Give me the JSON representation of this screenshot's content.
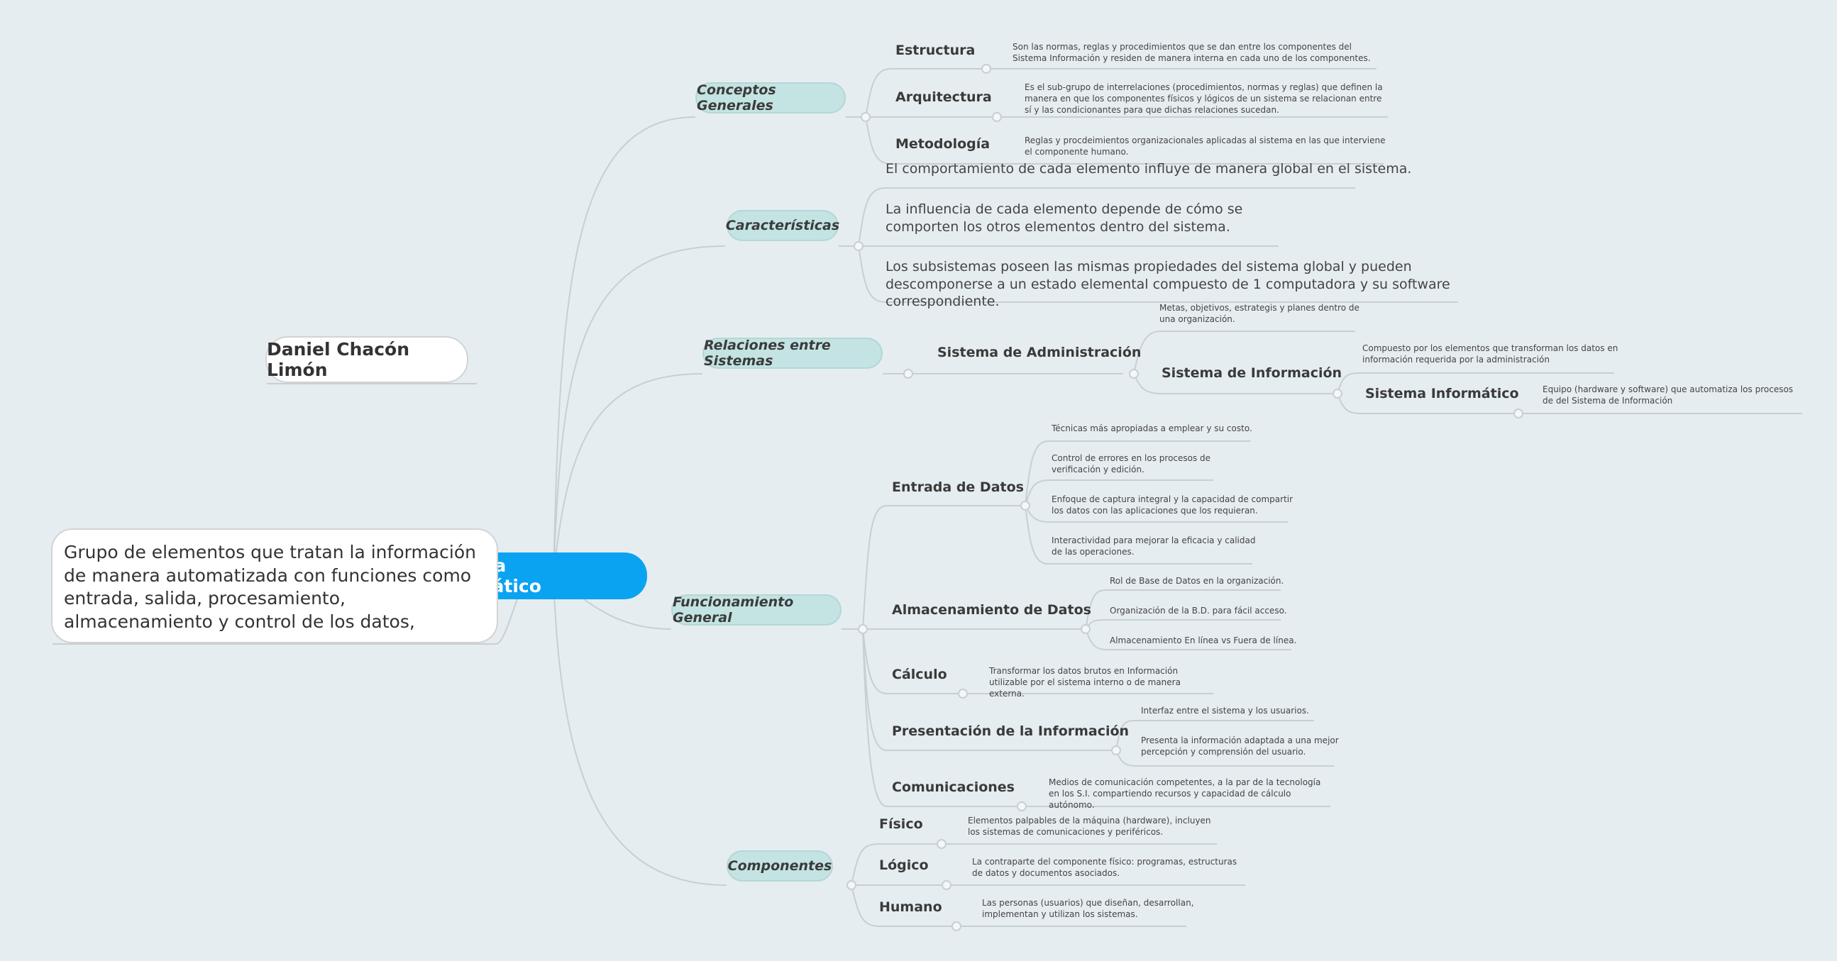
{
  "central": {
    "label": "Sistema Informático"
  },
  "definition": "Grupo de elementos que tratan la información de manera automatizada con funciones como entrada, salida, procesamiento, almacenamiento y control de los datos,",
  "author": "Daniel Chacón Limón",
  "conceptos": {
    "label": "Conceptos Generales",
    "items": [
      {
        "label": "Estructura",
        "note": "Son las normas, reglas y procedimientos que se dan entre los componentes del Sistema Información y residen de manera interna en cada uno de los componentes."
      },
      {
        "label": "Arquitectura",
        "note": "Es el sub-grupo de interrelaciones (procedimientos, normas y reglas) que definen la manera en que los componentes físicos y lógicos de un sistema se relacionan entre sí y las condicionantes para que dichas relaciones sucedan."
      },
      {
        "label": "Metodología",
        "note": "Reglas y procdeimientos organizacionales aplicadas al sistema en las que interviene el componente humano."
      }
    ]
  },
  "caracteristicas": {
    "label": "Características",
    "items": [
      "El comportamiento de cada elemento influye de manera global en el sistema.",
      "La influencia de cada elemento depende de cómo se comporten los otros elementos dentro del sistema.",
      "Los subsistemas poseen las mismas propiedades del sistema global y pueden descomponerse a un estado elemental compuesto de 1 computadora y su software correspondiente."
    ]
  },
  "relaciones": {
    "label": "Relaciones entre Sistemas",
    "administracion": {
      "label": "Sistema de Administración",
      "note": "Metas, objetivos, estrategis y planes dentro de una organización."
    },
    "informacion": {
      "label": "Sistema de Información",
      "note": "Compuesto por los elementos que transforman los datos en información requerida por la administración"
    },
    "informatico": {
      "label": "Sistema Informático",
      "note": "Equipo (hardware y software) que automatiza los procesos de del Sistema de Información"
    }
  },
  "funcionamiento": {
    "label": "Funcionamiento General",
    "entrada": {
      "label": "Entrada de Datos",
      "notes": [
        "Técnicas más apropiadas a emplear y su costo.",
        "Control de errores en los procesos de verificación y edición.",
        "Enfoque de captura integral y la capacidad de compartir los datos con las aplicaciones que los requieran.",
        "Interactividad para mejorar la eficacia y calidad de las operaciones."
      ]
    },
    "almacenamiento": {
      "label": "Almacenamiento de Datos",
      "notes": [
        "Rol de Base de Datos en la organización.",
        "Organización de la B.D. para fácil acceso.",
        "Almacenamiento En línea vs Fuera de línea."
      ]
    },
    "calculo": {
      "label": "Cálculo",
      "note": "Transformar los datos brutos en Información utilizable por el sistema interno o de manera externa."
    },
    "presentacion": {
      "label": "Presentación de la Información",
      "notes": [
        "Interfaz entre el sistema y los usuarios.",
        "Presenta la información adaptada a una mejor percepción y comprensión del usuario."
      ]
    },
    "comunicaciones": {
      "label": "Comunicaciones",
      "note": "Medios de comunicación competentes, a la par de la tecnología en los S.I. compartiendo recursos y capacidad de cálculo autónomo."
    }
  },
  "componentes": {
    "label": "Componentes",
    "items": [
      {
        "label": "Físico",
        "note": "Elementos palpables de la máquina (hardware), incluyen los sistemas de comunicaciones y periféricos."
      },
      {
        "label": "Lógico",
        "note": "La contraparte del componente físico: programas, estructuras de datos y documentos asociados."
      },
      {
        "label": "Humano",
        "note": "Las personas (usuarios) que diseñan, desarrollan, implementan y utilizan los sistemas."
      }
    ]
  },
  "colors": {
    "background": "#e6edf1",
    "central": "#0aa3f2",
    "branch": "#c4e3e3",
    "line": "#c8cfd4"
  }
}
